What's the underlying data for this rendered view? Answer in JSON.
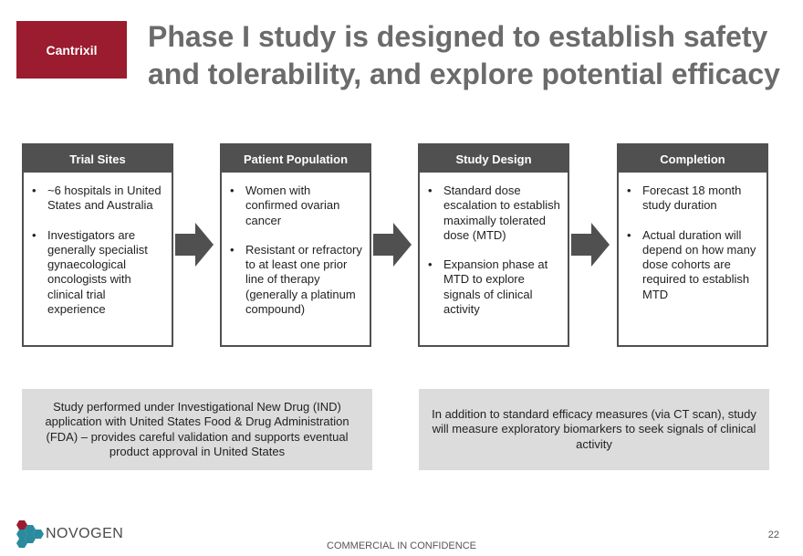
{
  "tag": "Cantrixil",
  "title": "Phase I study is designed to establish safety and tolerability, and explore potential efficacy",
  "columns": [
    {
      "heading": "Trial Sites",
      "bullets": [
        "~6 hospitals in United States and Australia",
        "Investigators are generally specialist gynaecological oncologists with clinical trial experience"
      ]
    },
    {
      "heading": "Patient Population",
      "bullets": [
        "Women with confirmed ovarian cancer",
        "Resistant or refractory to at least one prior line of therapy (generally a platinum compound)"
      ]
    },
    {
      "heading": "Study Design",
      "bullets": [
        "Standard dose escalation to establish maximally tolerated dose (MTD)",
        "Expansion phase at MTD to explore signals of clinical activity"
      ]
    },
    {
      "heading": "Completion",
      "bullets": [
        "Forecast 18 month study duration",
        "Actual duration will depend on how many dose cohorts are required to establish MTD"
      ]
    }
  ],
  "notes": {
    "left": "Study performed under Investigational New Drug (IND) application with United States Food & Drug Administration (FDA) – provides careful validation and supports eventual product approval in United States",
    "right": "In addition to standard efficacy measures (via CT scan), study will measure exploratory biomarkers to seek signals of clinical activity"
  },
  "logo_text": "NOVOGEN",
  "footer": "COMMERCIAL IN CONFIDENCE",
  "page_number": "22",
  "colors": {
    "tag": "#9b1b2f",
    "header": "#505050",
    "note_bg": "#dcdcdc",
    "logo_teal": "#2a8a9e",
    "logo_red": "#9b1b2f"
  }
}
